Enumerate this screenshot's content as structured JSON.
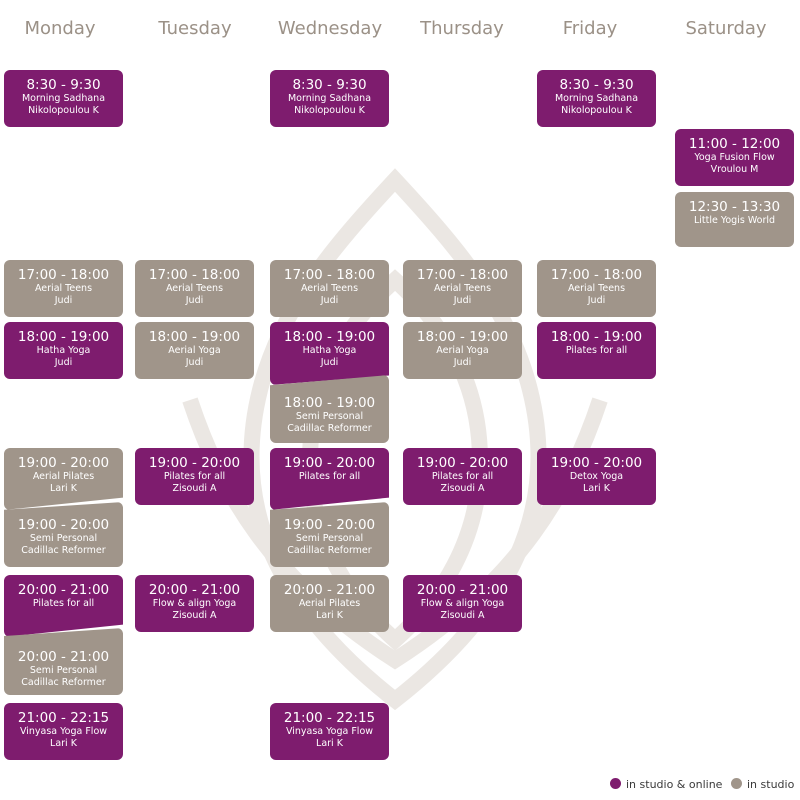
{
  "days": [
    "Monday",
    "Tuesday",
    "Wednesday",
    "Thursday",
    "Friday",
    "Saturday"
  ],
  "colors": {
    "in_studio_online": "#7e1c6e",
    "in_studio": "#a0958a",
    "header": "#9b9187"
  },
  "legend": {
    "online": "in studio & online",
    "studio": "in studio"
  },
  "mon": {
    "c1": {
      "time": "8:30 - 9:30",
      "cls": "Morning Sadhana",
      "tch": "Nikolopoulou K"
    },
    "c2": {
      "time": "17:00 - 18:00",
      "cls": "Aerial Teens",
      "tch": "Judi"
    },
    "c3": {
      "time": "18:00 - 19:00",
      "cls": "Hatha Yoga",
      "tch": "Judi"
    },
    "c4": {
      "time": "19:00 - 20:00",
      "cls": "Aerial Pilates",
      "tch": "Lari K"
    },
    "c5": {
      "time": "19:00 - 20:00",
      "cls": "Semi Personal",
      "tch": "Cadillac Reformer"
    },
    "c6": {
      "time": "20:00 - 21:00",
      "cls": "Pilates for all",
      "tch": ""
    },
    "c7": {
      "time": "20:00 - 21:00",
      "cls": "Semi Personal",
      "tch": "Cadillac Reformer"
    },
    "c8": {
      "time": "21:00 - 22:15",
      "cls": "Vinyasa Yoga Flow",
      "tch": "Lari K"
    }
  },
  "tue": {
    "c1": {
      "time": "17:00 - 18:00",
      "cls": "Aerial Teens",
      "tch": "Judi"
    },
    "c2": {
      "time": "18:00 - 19:00",
      "cls": "Aerial Yoga",
      "tch": "Judi"
    },
    "c3": {
      "time": "19:00 - 20:00",
      "cls": "Pilates for all",
      "tch": "Zisoudi A"
    },
    "c4": {
      "time": "20:00 - 21:00",
      "cls": "Flow & align Yoga",
      "tch": "Zisoudi A"
    }
  },
  "wed": {
    "c1": {
      "time": "8:30 - 9:30",
      "cls": "Morning Sadhana",
      "tch": "Nikolopoulou K"
    },
    "c2": {
      "time": "17:00 - 18:00",
      "cls": "Aerial Teens",
      "tch": "Judi"
    },
    "c3": {
      "time": "18:00 - 19:00",
      "cls": "Hatha Yoga",
      "tch": "Judi"
    },
    "c4": {
      "time": "18:00 - 19:00",
      "cls": "Semi Personal",
      "tch": "Cadillac Reformer"
    },
    "c5": {
      "time": "19:00 - 20:00",
      "cls": "Pilates for all",
      "tch": ""
    },
    "c6": {
      "time": "19:00 - 20:00",
      "cls": "Semi Personal",
      "tch": "Cadillac Reformer"
    },
    "c7": {
      "time": "20:00 - 21:00",
      "cls": "Aerial Pilates",
      "tch": "Lari K"
    },
    "c8": {
      "time": "21:00 - 22:15",
      "cls": "Vinyasa Yoga Flow",
      "tch": "Lari K"
    }
  },
  "thu": {
    "c1": {
      "time": "17:00 - 18:00",
      "cls": "Aerial Teens",
      "tch": "Judi"
    },
    "c2": {
      "time": "18:00 - 19:00",
      "cls": "Aerial Yoga",
      "tch": "Judi"
    },
    "c3": {
      "time": "19:00 - 20:00",
      "cls": "Pilates for all",
      "tch": "Zisoudi A"
    },
    "c4": {
      "time": "20:00 - 21:00",
      "cls": "Flow & align Yoga",
      "tch": "Zisoudi A"
    }
  },
  "fri": {
    "c1": {
      "time": "8:30 - 9:30",
      "cls": "Morning Sadhana",
      "tch": "Nikolopoulou K"
    },
    "c2": {
      "time": "17:00 - 18:00",
      "cls": "Aerial Teens",
      "tch": "Judi"
    },
    "c3": {
      "time": "18:00 - 19:00",
      "cls": "Pilates for all",
      "tch": ""
    },
    "c4": {
      "time": "19:00 - 20:00",
      "cls": "Detox Yoga",
      "tch": "Lari K"
    }
  },
  "sat": {
    "c1": {
      "time": "11:00 - 12:00",
      "cls": "Yoga Fusion Flow",
      "tch": "Vroulou M"
    },
    "c2": {
      "time": "12:30 - 13:30",
      "cls": "Little Yogis World",
      "tch": ""
    }
  }
}
